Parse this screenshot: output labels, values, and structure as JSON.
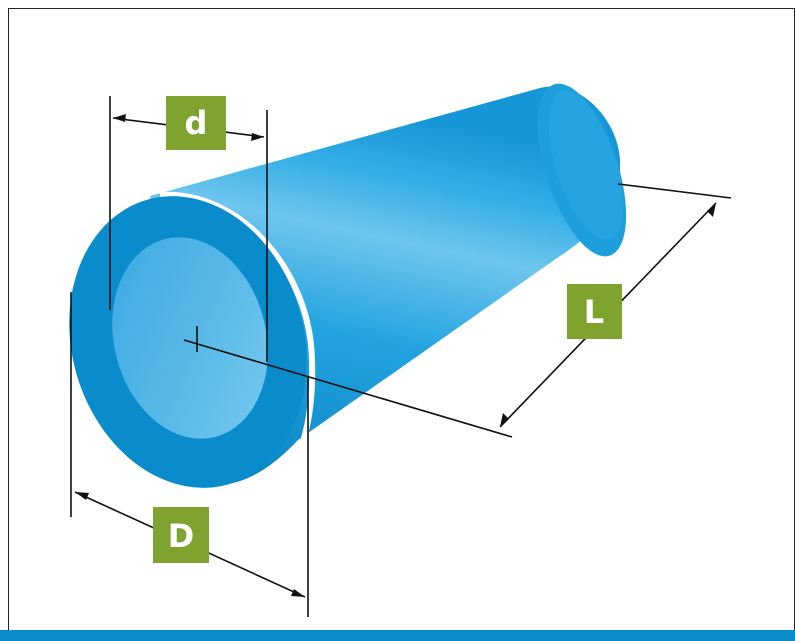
{
  "labels": {
    "inner_diameter": "d",
    "outer_diameter": "D",
    "length": "L"
  },
  "colors": {
    "tube": "#1aa0dd",
    "tube_dark": "#0b86c4",
    "tube_inner": "#56b8e8",
    "label_box": "#7fa32f",
    "label_text": "#ffffff",
    "line": "#111111",
    "bottom_bar": "#0a8ccb"
  }
}
